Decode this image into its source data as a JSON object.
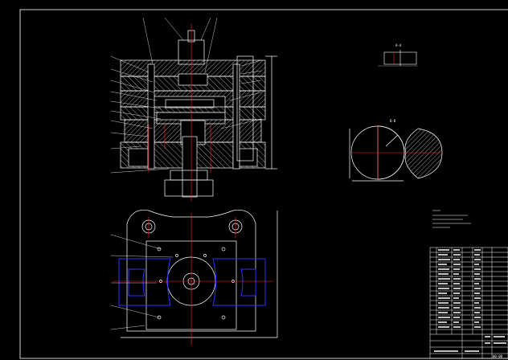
{
  "colors": {
    "background": "#000000",
    "line": "#ffffff",
    "center_line": "#ff2020",
    "outline_blue": "#3030ff",
    "hatch": "#ffffff"
  },
  "section_labels": {
    "detail_a": "A-A",
    "detail_b": "B-B"
  },
  "title_block": {
    "drawing_no": "00-00"
  }
}
